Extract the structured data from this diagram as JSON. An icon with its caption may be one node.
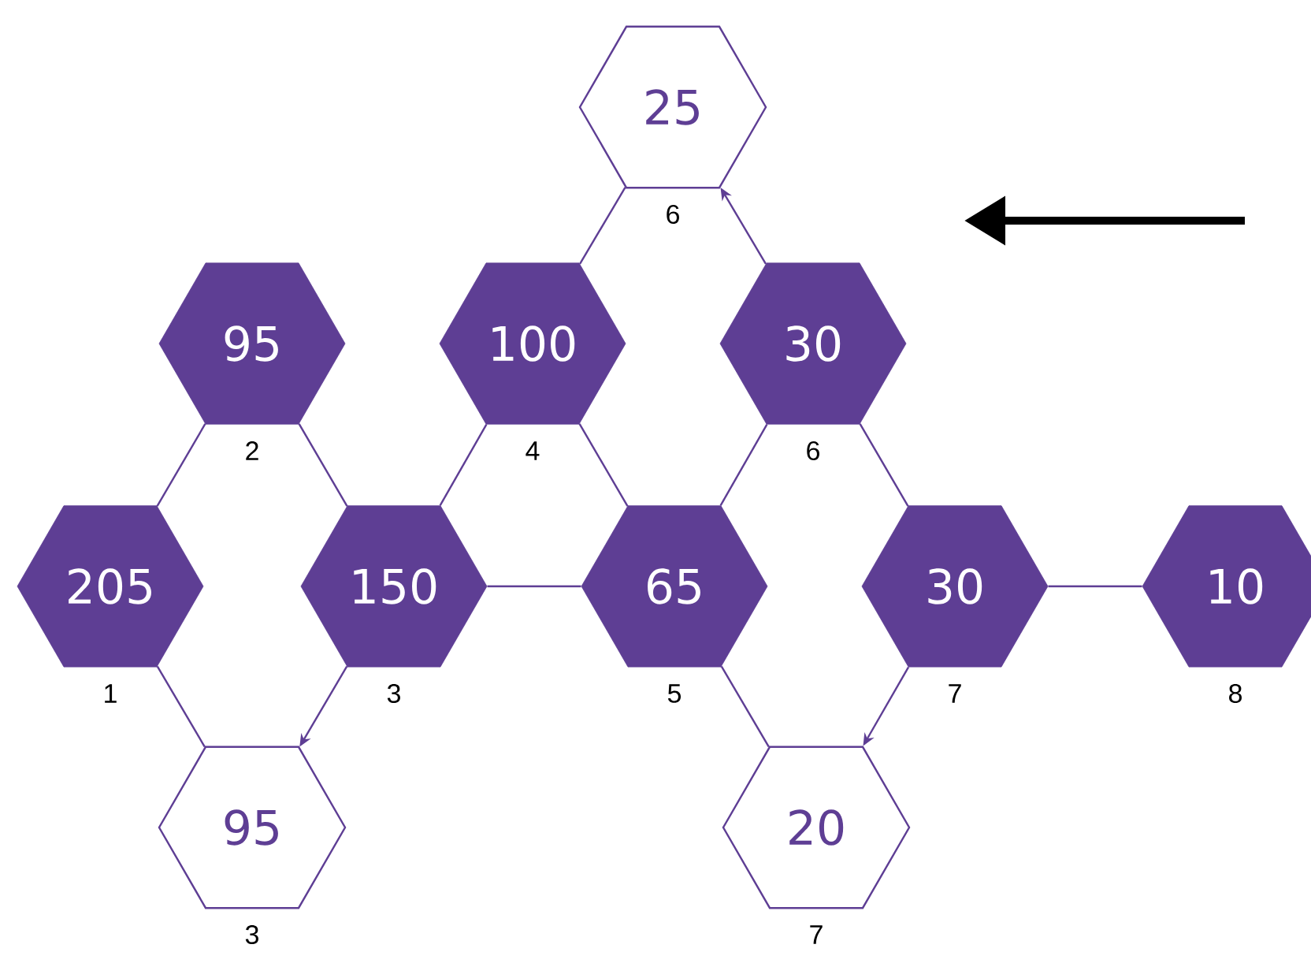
{
  "diagram": {
    "nodes": [
      {
        "text": [
          "25"
        ],
        "beside": [
          "6"
        ]
      },
      {
        "text": [
          "95"
        ],
        "beside": [
          "2"
        ]
      },
      {
        "text": [
          "100"
        ],
        "beside": [
          "4"
        ]
      },
      {
        "text": [
          "30"
        ],
        "beside": [
          "6"
        ]
      },
      {
        "text": [
          "205"
        ],
        "beside": [
          "1"
        ]
      },
      {
        "text": [
          "150"
        ],
        "beside": [
          "3"
        ]
      },
      {
        "text": [
          "65"
        ],
        "beside": [
          "5"
        ]
      },
      {
        "text": [
          "30"
        ],
        "beside": [
          "7"
        ]
      },
      {
        "text": [
          "10"
        ],
        "beside": [
          "8"
        ]
      },
      {
        "text": [
          "95"
        ],
        "beside": [
          "3"
        ]
      },
      {
        "text": [
          "20"
        ],
        "beside": [
          "7"
        ]
      }
    ],
    "edges": [
      {
        "from": 2,
        "to": 0,
        "arrow": "none"
      },
      {
        "from": 3,
        "to": 0,
        "arrow": "to"
      },
      {
        "from": 1,
        "to": 4,
        "arrow": "none"
      },
      {
        "from": 1,
        "to": 5,
        "arrow": "none"
      },
      {
        "from": 2,
        "to": 5,
        "arrow": "none"
      },
      {
        "from": 2,
        "to": 6,
        "arrow": "none"
      },
      {
        "from": 3,
        "to": 6,
        "arrow": "none"
      },
      {
        "from": 3,
        "to": 7,
        "arrow": "none"
      },
      {
        "from": 4,
        "to": 9,
        "arrow": "none"
      },
      {
        "from": 5,
        "to": 6,
        "arrow": "none"
      },
      {
        "from": 5,
        "to": 9,
        "arrow": "to"
      },
      {
        "from": 6,
        "to": 10,
        "arrow": "none"
      },
      {
        "from": 7,
        "to": 10,
        "arrow": "to"
      },
      {
        "from": 7,
        "to": 8,
        "arrow": "none"
      }
    ]
  }
}
